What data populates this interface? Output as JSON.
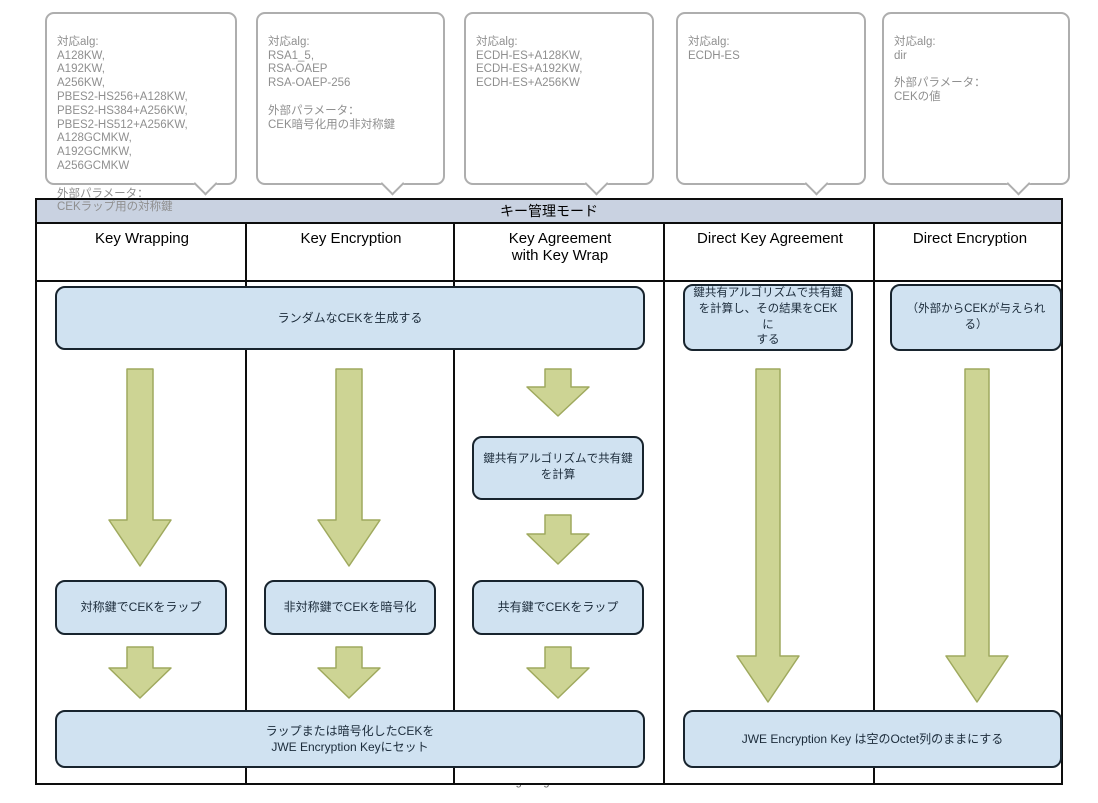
{
  "bubbles": [
    {
      "text": "対応alg:\nA128KW,\nA192KW,\nA256KW,\nPBES2-HS256+A128KW,\nPBES2-HS384+A256KW,\nPBES2-HS512+A256KW,\nA128GCMKW,\nA192GCMKW,\nA256GCMKW\n\n外部パラメータ：\nCEKラップ用の対称鍵"
    },
    {
      "text": "対応alg:\nRSA1_5,\nRSA-OAEP\nRSA-OAEP-256\n\n外部パラメータ：\nCEK暗号化用の非対称鍵"
    },
    {
      "text": "対応alg:\nECDH-ES+A128KW,\nECDH-ES+A192KW,\nECDH-ES+A256KW"
    },
    {
      "text": "対応alg:\nECDH-ES"
    },
    {
      "text": "対応alg:\ndir\n\n外部パラメータ：\nCEKの値"
    }
  ],
  "table": {
    "title": "キー管理モード",
    "columns": [
      "Key Wrapping",
      "Key Encryption",
      "Key Agreement\nwith Key Wrap",
      "Direct Key Agreement",
      "Direct Encryption"
    ]
  },
  "boxes": {
    "generate_cek": "ランダムなCEKを生成する",
    "agree_compute_cek": "鍵共有アルゴリズムで共有鍵\nを計算し、その結果をCEKに\nする",
    "external_cek": "（外部からCEKが与えられ\nる）",
    "compute_shared": "鍵共有アルゴリズムで共有鍵\nを計算",
    "wrap_symmetric": "対称鍵でCEKをラップ",
    "encrypt_asymmetric": "非対称鍵でCEKを暗号化",
    "wrap_shared": "共有鍵でCEKをラップ",
    "set_jwe_key": "ラップまたは暗号化したCEKを\nJWE Encryption Keyにセット",
    "empty_octet": "JWE Encryption Key は空のOctet列のままにする"
  },
  "watermark": "image/svg+xml",
  "colors": {
    "box_fill": "#d0e2f1",
    "box_border": "#18242e",
    "title_fill": "#c9d2e1",
    "arrow_fill": "#cdd494",
    "arrow_border": "#9fa95e",
    "bubble_border": "#aeaeae",
    "bubble_text": "#8f8f8f"
  }
}
